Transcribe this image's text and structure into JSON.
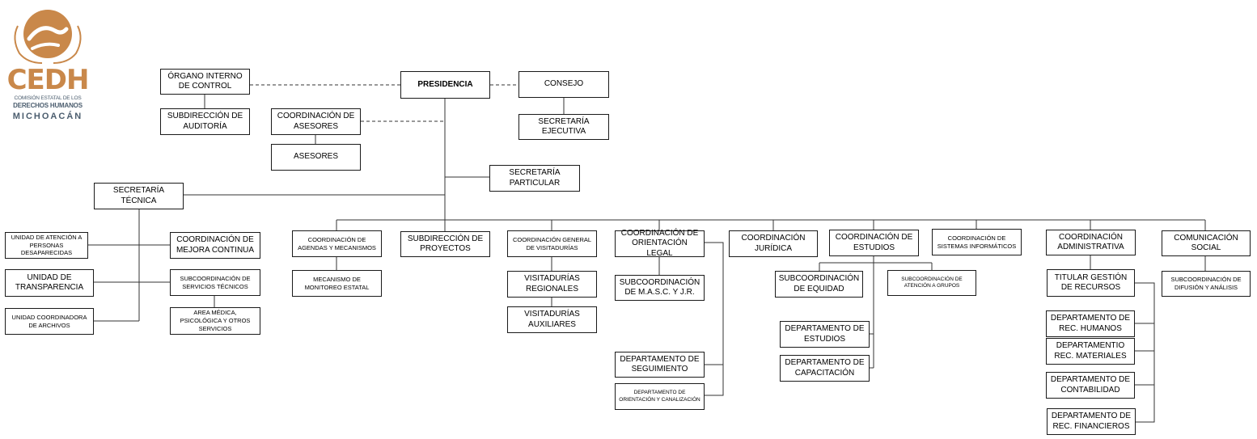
{
  "logo": {
    "acronym": "CEDH",
    "line1": "COMISIÓN ESTATAL DE LOS",
    "line2": "DERECHOS HUMANOS",
    "line3": "MICHOACÁN",
    "color": "#c9884a",
    "text_color": "#4b5d6e"
  },
  "nodes": {
    "presidencia": "PRESIDENCIA",
    "organo_interno": "ÓRGANO INTERNO DE CONTROL",
    "subdireccion_auditoria": "SUBDIRECCIÓN DE AUDITORÍA",
    "consejo": "CONSEJO",
    "secretaria_ejecutiva": "SECRETARÍA EJECUTIVA",
    "coord_asesores": "COORDINACIÓN DE ASESORES",
    "asesores": "ASESORES",
    "secretaria_particular": "SECRETARÍA PARTICULAR",
    "secretaria_tecnica": "SECRETARÍA TÉCNICA",
    "unidad_atencion": "UNIDAD DE ATENCIÓN A PERSONAS DESAPARECIDAS",
    "unidad_transparencia": "UNIDAD DE TRANSPARENCIA",
    "unidad_archivos": "UNIDAD COORDINADORA DE ARCHIVOS",
    "coord_mejora": "COORDINACIÓN DE MEJORA CONTINUA",
    "subcoord_servicios": "SUBCOORDINACIÓN DE SERVICIOS TÉCNICOS",
    "area_medica": "AREA MÉDICA, PSICOLÓGICA Y OTROS SERVICIOS",
    "coord_agendas": "COORDINACIÓN DE AGENDAS Y MECANISMOS",
    "mecanismo_monitoreo": "MECANISMO DE MONITOREO ESTATAL",
    "subdir_proyectos": "SUBDIRECCIÓN DE PROYECTOS",
    "coord_visitadurias": "COORDINACIÓN GENERAL DE VISITADURÍAS",
    "visit_regionales": "VISITADURÍAS REGIONALES",
    "visit_auxiliares": "VISITADURÍAS AUXILIARES",
    "coord_orientacion": "COORDINACIÓN DE ORIENTACIÓN LEGAL",
    "subcoord_masc": "SUBCOORDINACIÓN DE M.A.S.C. Y J.R.",
    "depto_seguimiento": "DEPARTAMENTO DE SEGUIMIENTO",
    "depto_orientacion": "DEPARTAMENTO DE ORIENTACIÓN Y CANALIZACIÓN",
    "coord_juridica": "COORDINACIÓN JURÍDICA",
    "coord_estudios": "COORDINACIÓN DE ESTUDIOS",
    "subcoord_equidad": "SUBCOORDINACIÓN DE EQUIDAD",
    "subcoord_atencion_grupos": "SUBCOORDINACIÓN DE ATENCIÓN A GRUPOS",
    "depto_estudios": "DEPARTAMENTO DE ESTUDIOS",
    "depto_capacitacion": "DEPARTAMENTO DE CAPACITACIÓN",
    "coord_sistemas": "COORDINACIÓN DE SISTEMAS INFORMÁTICOS",
    "coord_administrativa": "COORDINACIÓN ADMINISTRATIVA",
    "titular_gestion": "TITULAR GESTIÓN DE RECURSOS",
    "depto_humanos": "DEPARTAMENTO DE REC. HUMANOS",
    "depto_materiales": "DEPARTAMENTIO REC. MATERIALES",
    "depto_contabilidad": "DEPARTAMENTO DE CONTABILIDAD",
    "depto_financieros": "DEPARTAMENTO DE REC. FINANCIEROS",
    "comunicacion_social": "COMUNICACIÓN SOCIAL",
    "subcoord_difusion": "SUBCOORDINACIÓN DE DIFUSIÓN Y ANÁLISIS"
  }
}
